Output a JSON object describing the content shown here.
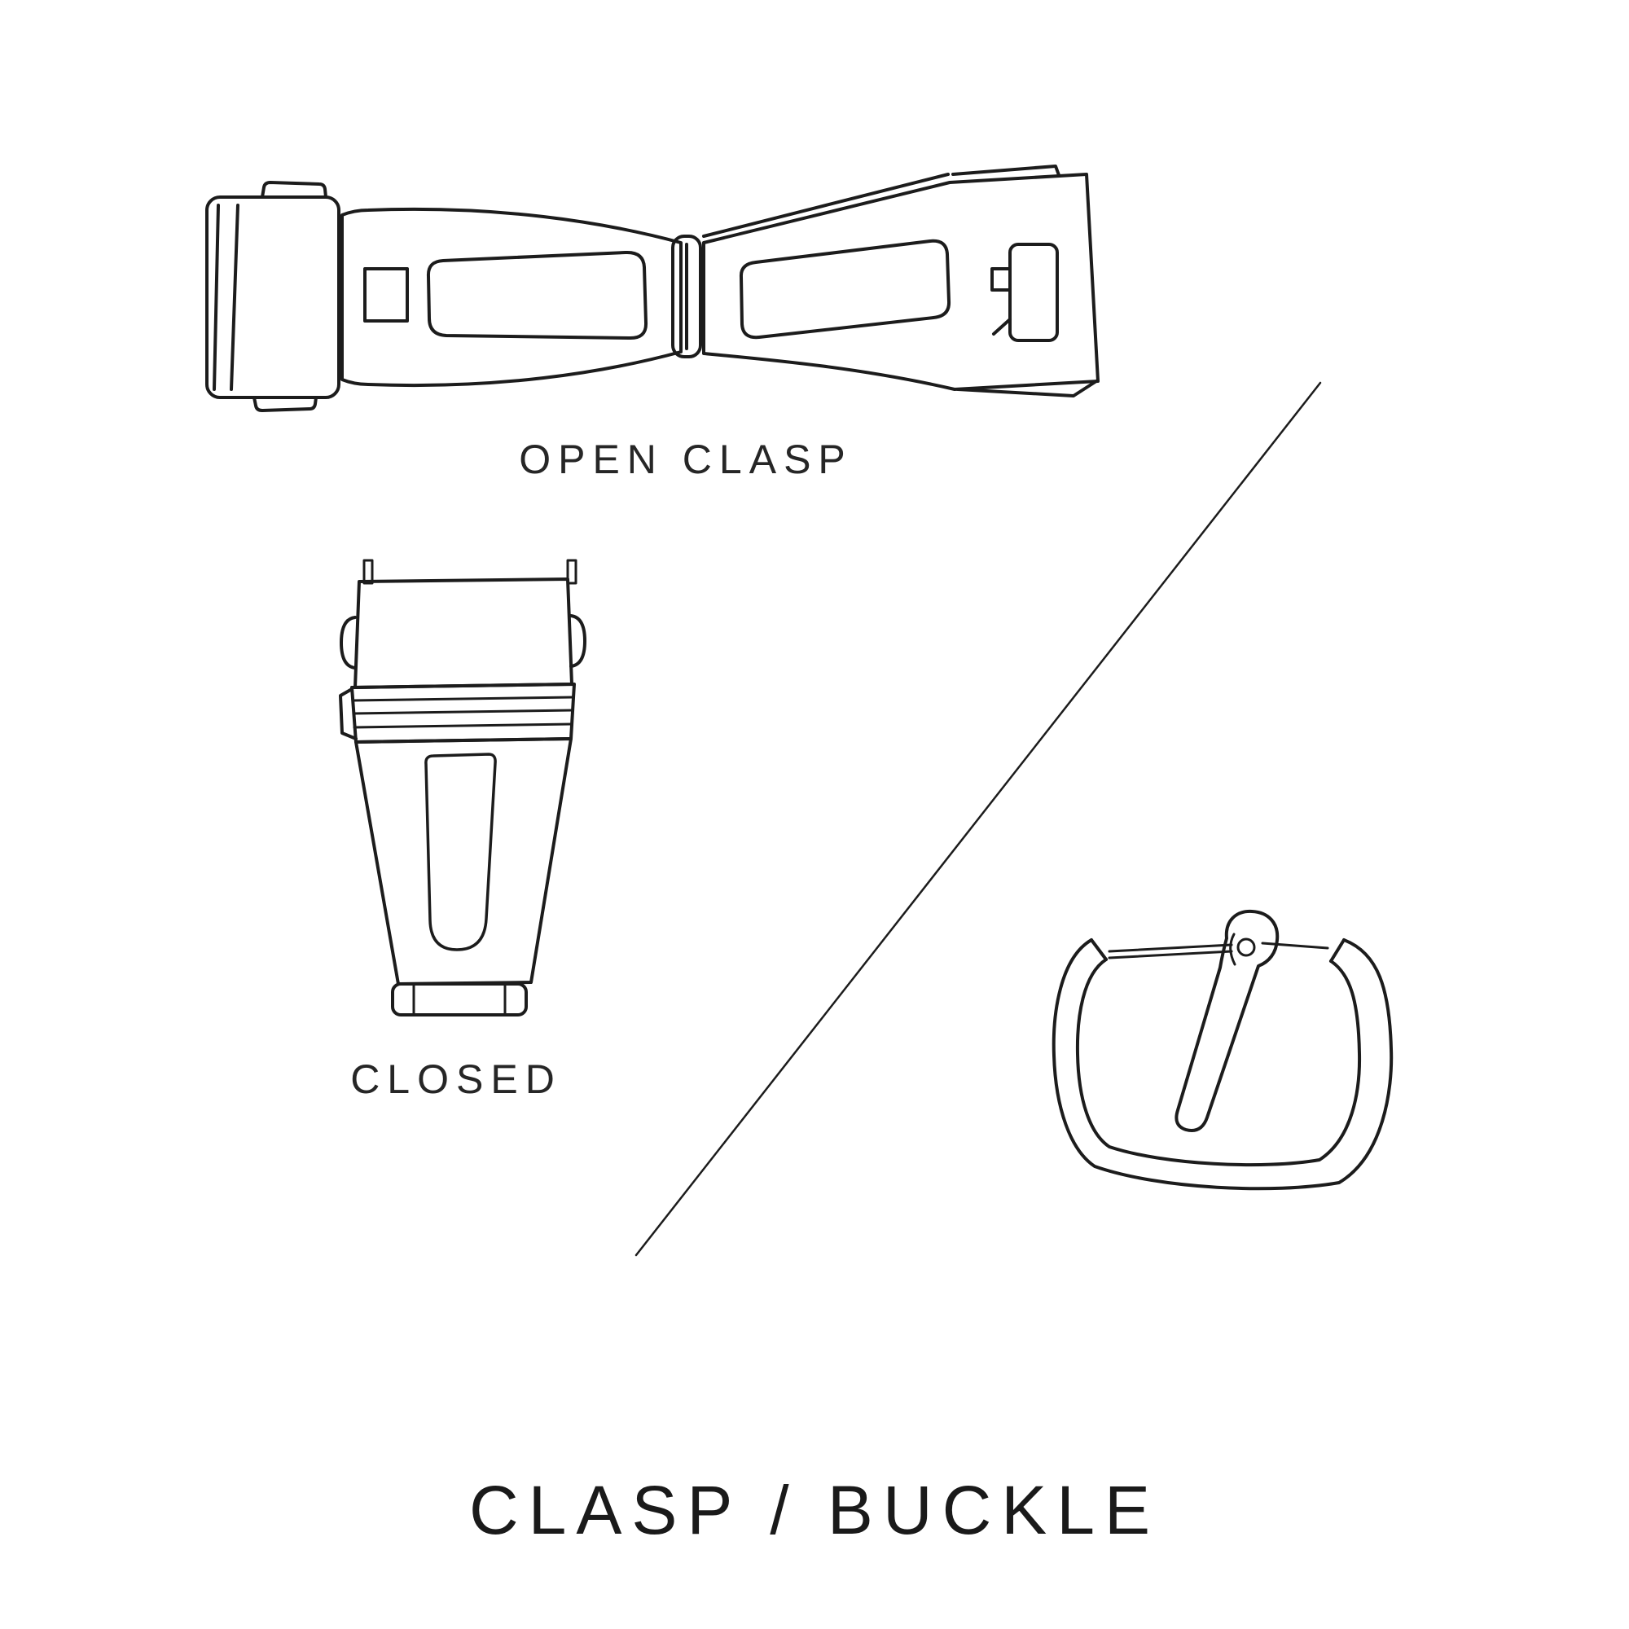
{
  "colors": {
    "background": "#ffffff",
    "line": "#1c1c1c",
    "text": "#1f1f1f"
  },
  "diagram": {
    "title": "CLASP / BUCKLE",
    "illustrations": [
      {
        "name": "open-clasp",
        "caption": "OPEN CLASP"
      },
      {
        "name": "closed-clasp",
        "caption": "CLOSED"
      },
      {
        "name": "pin-buckle",
        "caption": ""
      }
    ]
  }
}
